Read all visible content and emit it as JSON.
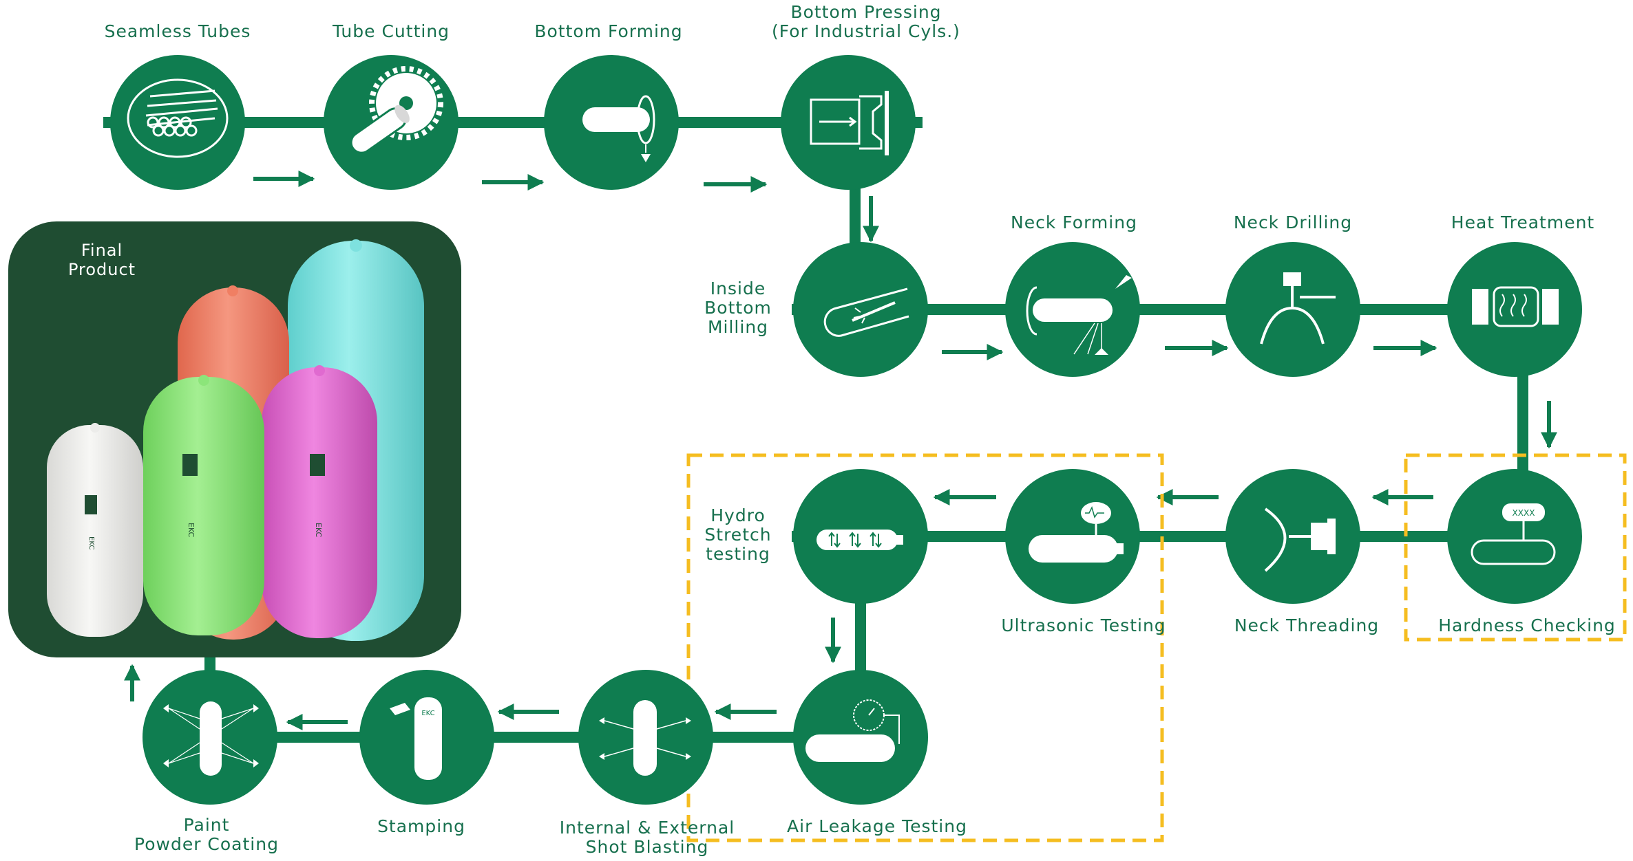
{
  "colors": {
    "primary": "#0f7d50",
    "label": "#17704e",
    "panel": "#1f4d32",
    "highlight": "#f5bd20",
    "cylinder_white": "#ececea",
    "cylinder_green": "#8ce57a",
    "cylinder_salmon": "#f07f63",
    "cylinder_cyan": "#7ee1df",
    "cylinder_pink": "#e06ad0"
  },
  "final_product": {
    "label_line1": "Final",
    "label_line2": "Product",
    "brand": "EKC"
  },
  "steps": {
    "seamless_tubes": {
      "label": "Seamless Tubes",
      "icon": "tube-bundle-icon"
    },
    "tube_cutting": {
      "label": "Tube Cutting",
      "icon": "saw-icon"
    },
    "bottom_forming": {
      "label": "Bottom Forming",
      "icon": "spin-forming-icon"
    },
    "bottom_pressing": {
      "line1": "Bottom Pressing",
      "line2": "(For Industrial Cyls.)",
      "icon": "press-icon"
    },
    "inside_bottom_milling": {
      "line1": "Inside",
      "line2": "Bottom",
      "line3": "Milling",
      "icon": "milling-icon"
    },
    "neck_forming": {
      "label": "Neck Forming",
      "icon": "neck-forming-icon"
    },
    "neck_drilling": {
      "label": "Neck Drilling",
      "icon": "drill-icon"
    },
    "heat_treatment": {
      "label": "Heat Treatment",
      "icon": "furnace-icon"
    },
    "hardness_checking": {
      "label": "Hardness Checking",
      "icon": "hardness-gauge-icon",
      "readout": "XXXX"
    },
    "neck_threading": {
      "label": "Neck Threading",
      "icon": "threading-icon"
    },
    "ultrasonic_testing": {
      "label": "Ultrasonic Testing",
      "icon": "ultrasonic-icon"
    },
    "hydro_stretch": {
      "line1": "Hydro",
      "line2": "Stretch",
      "line3": "testing",
      "icon": "hydro-arrows-icon"
    },
    "air_leakage_testing": {
      "label": "Air Leakage Testing",
      "icon": "pressure-gauge-icon"
    },
    "shot_blasting": {
      "line1": "Internal & External",
      "line2": "Shot Blasting",
      "icon": "shot-blast-icon"
    },
    "stamping": {
      "label": "Stamping",
      "icon": "stamp-icon",
      "stamp_text": "EKC"
    },
    "paint_powder_coating": {
      "line1": "Paint",
      "line2": "Powder Coating",
      "icon": "spray-paint-icon"
    }
  }
}
